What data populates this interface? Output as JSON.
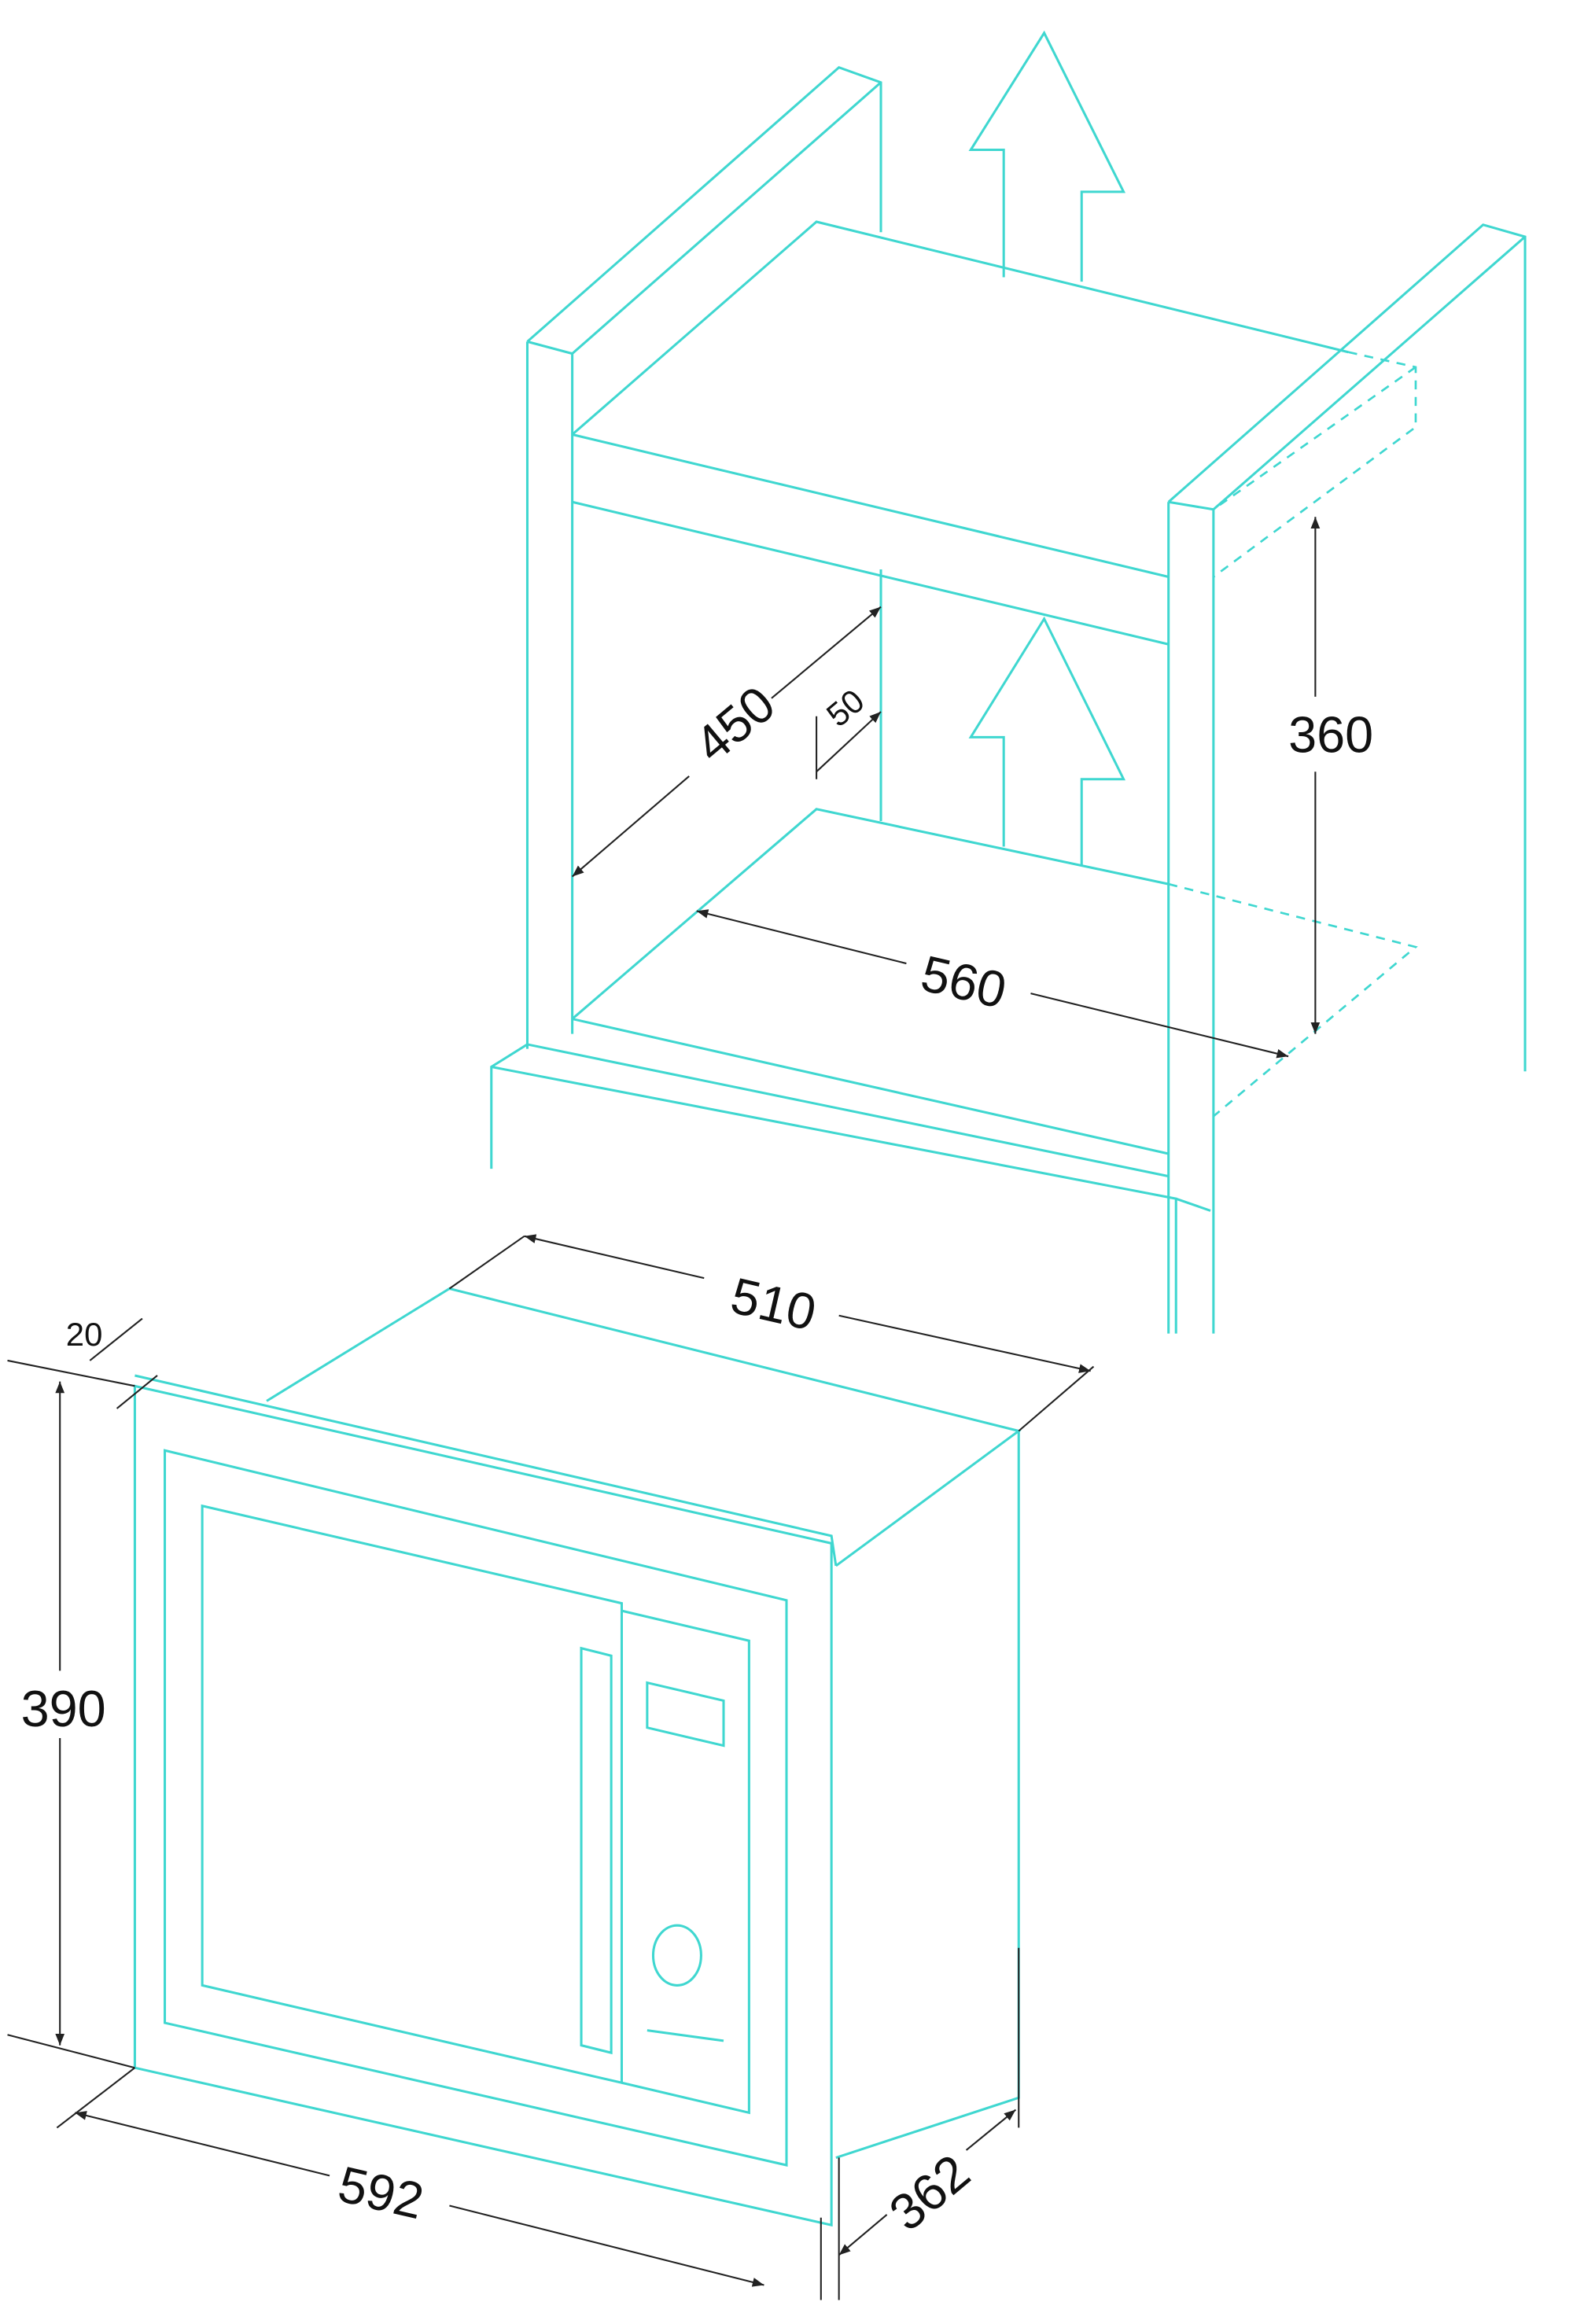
{
  "colors": {
    "line": "#3fd7d0",
    "dimension": "#222222"
  },
  "cabinet_dimensions": {
    "depth": "450",
    "gap": "50",
    "height": "360",
    "width": "560"
  },
  "microwave_dimensions": {
    "depth_top": "510",
    "frame": "20",
    "height": "390",
    "width": "592",
    "depth_side": "362"
  }
}
